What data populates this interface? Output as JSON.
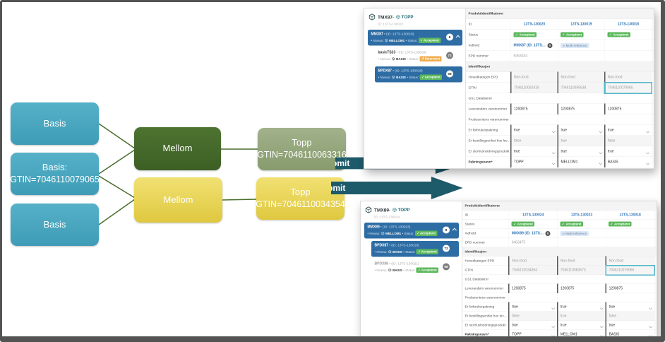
{
  "labels": {
    "niveau": "• Niveau:",
    "status": "• Status:"
  },
  "colors": {
    "basis_teal": "#49A8C1",
    "mellom_green": "#45682B",
    "yellow": "#E9D456",
    "topp_sage": "#96A97D",
    "arrow_teal": "#1D5A6A",
    "connector_green": "#4A6E2E",
    "selected_blue": "#2E6DA4",
    "accepted_green": "#5CB85C",
    "returned_orange": "#F0AD4E",
    "link_blue": "#337AB7",
    "highlight_teal": "#53B7C8"
  },
  "diagram": {
    "basis1": {
      "label": "Basis"
    },
    "basis2": {
      "line1": "Basis:",
      "line2": "GTIN=7046110079065"
    },
    "basis3": {
      "label": "Basis"
    },
    "mellom1": {
      "label": "Mellom"
    },
    "mellom2": {
      "label": "Mellom"
    },
    "topp1": {
      "line1": "Topp",
      "line2": "GTIN=7046110063316"
    },
    "topp2": {
      "line1": "Topp",
      "line2": "GTIN=7046110034354"
    },
    "submit1": "Submit",
    "submit2": "Submit"
  },
  "insets": [
    {
      "header": {
        "name": "TMX87",
        "sep": "·",
        "suffix": "TOPP",
        "id": "ID: 13TS-130020"
      },
      "sidebar": [
        {
          "name": "MMX87",
          "id_text": "• (ID: 13TS-130019)",
          "niveau": "MELLOM1",
          "status": "Accepteret",
          "status_icon": "✓",
          "badge": "8",
          "selected": true,
          "expanded": true
        },
        {
          "name": "basicTS23",
          "id_text": "• (ID: 13TS-130009)",
          "niveau": "BASIS",
          "status": "Returneret",
          "status_icon": "↺",
          "warn": true,
          "badge": "72",
          "child": true
        },
        {
          "name": "BPDX87",
          "id_text": "• (ID: 13TS-130018)",
          "niveau": "BASIS",
          "status": "Accepteret",
          "status_icon": "✓",
          "badge": "98",
          "selected": true,
          "child": true
        }
      ],
      "table": {
        "rows": [
          {
            "type": "section",
            "label": "Produktidentifikatorer"
          },
          {
            "type": "link",
            "label": "ID",
            "values": [
              "13TS-130020",
              "13TS-130019",
              "13TS-130018"
            ]
          },
          {
            "type": "status",
            "label": "Status",
            "icon": "✓",
            "values": [
              "Accepteret",
              "Accepteret",
              "Accepteret"
            ]
          },
          {
            "type": "content",
            "label": "Indhold",
            "link": "MMX87 (ID: 13TS…",
            "link_badge": "8",
            "chip": "Multi-reference"
          },
          {
            "type": "muted",
            "label": "EPD nummer",
            "values": [
              "6463434",
              "",
              ""
            ]
          },
          {
            "type": "section",
            "label": "Identifikasjon"
          },
          {
            "type": "disabled",
            "label": "Hovedkategori EPD",
            "values": [
              "Non-food",
              "Non-food",
              "Non-food"
            ]
          },
          {
            "type": "disabled",
            "label": "GTIN",
            "values": [
              "7046110063316",
              "7046110095638",
              "7046110079065"
            ],
            "highlight": 2
          },
          {
            "type": "empty",
            "label": "GS1 Databærer"
          },
          {
            "type": "text",
            "label": "Leverandørs varenummer",
            "values": [
              "1200875",
              "1200875",
              "1200875"
            ]
          },
          {
            "type": "empty",
            "label": "Produsentens varenummer"
          },
          {
            "type": "select",
            "label": "Er forbrukerpakning",
            "values": [
              "true",
              "true",
              "true"
            ]
          },
          {
            "type": "disabled",
            "label": "Er bestillingsenhet hos lev…",
            "values": [
              "false",
              "true",
              "false"
            ]
          },
          {
            "type": "select",
            "label": "Er storhusholdningsprodukt",
            "values": [
              "true",
              "true",
              "true"
            ]
          },
          {
            "type": "select",
            "label": "Pakningsnavn*",
            "bold": true,
            "values": [
              "TOPP",
              "MELLOM1",
              "BASIS"
            ]
          }
        ]
      }
    },
    {
      "header": {
        "name": "TMX89",
        "sep": "·",
        "suffix": "TOPP",
        "id": "ID: 13TS-130024"
      },
      "sidebar": [
        {
          "name": "MMX89",
          "id_text": "• (ID: 13TS-130023)",
          "niveau": "MELLOM1",
          "status": "Accepteret",
          "status_icon": "✓",
          "badge": "8",
          "selected": true,
          "expanded": true
        },
        {
          "name": "BPDX87",
          "id_text": "• (ID: 13TS-130018)",
          "niveau": "BASIS",
          "status": "Accepteret",
          "status_icon": "✓",
          "badge": "72",
          "selected": true,
          "child": true
        },
        {
          "name": "BPDX88",
          "id_text": "• (ID: 13TS-130021)",
          "niveau": "BASIS",
          "status": "Accepteret",
          "status_icon": "✓",
          "badge": "98",
          "child": true,
          "muted": true
        }
      ],
      "table": {
        "rows": [
          {
            "type": "section",
            "label": "Produktidentifikatorer"
          },
          {
            "type": "link",
            "label": "ID",
            "values": [
              "13TS-130024",
              "13TS-130023",
              "13TS-130018"
            ]
          },
          {
            "type": "status",
            "label": "Status",
            "icon": "✓",
            "values": [
              "Accepteret",
              "Accepteret",
              "Accepteret"
            ]
          },
          {
            "type": "content",
            "label": "Indhold",
            "link": "MMX89 (ID: 13TS…",
            "link_badge": "8",
            "chip": "Multi-reference"
          },
          {
            "type": "muted",
            "label": "EPD nummer",
            "values": [
              "6463475",
              "",
              ""
            ]
          },
          {
            "type": "section",
            "label": "Identifikasjon"
          },
          {
            "type": "disabled",
            "label": "Hovedkategori EPD",
            "values": [
              "Non-food",
              "Non-food",
              "Non-food"
            ]
          },
          {
            "type": "disabled",
            "label": "GTIN",
            "values": [
              "7046110034354",
              "7046110083673",
              "7046110079065"
            ],
            "highlight": 2
          },
          {
            "type": "empty",
            "label": "GS1 Databærer"
          },
          {
            "type": "text",
            "label": "Leverandørs varenummer",
            "values": [
              "1200875",
              "1200875",
              "1200875"
            ]
          },
          {
            "type": "empty",
            "label": "Produsentens varenummer"
          },
          {
            "type": "select",
            "label": "Er forbrukerpakning",
            "values": [
              "true",
              "true",
              "true"
            ]
          },
          {
            "type": "disabled",
            "label": "Er bestillingsenhet hos lev…",
            "values": [
              "false",
              "true",
              "false"
            ]
          },
          {
            "type": "select",
            "label": "Er storhusholdningsprodukt",
            "values": [
              "true",
              "true",
              "true"
            ]
          },
          {
            "type": "select",
            "label": "Pakningsnavn*",
            "bold": true,
            "values": [
              "TOPP",
              "MELLOM1",
              "BASIS"
            ]
          }
        ]
      }
    }
  ]
}
